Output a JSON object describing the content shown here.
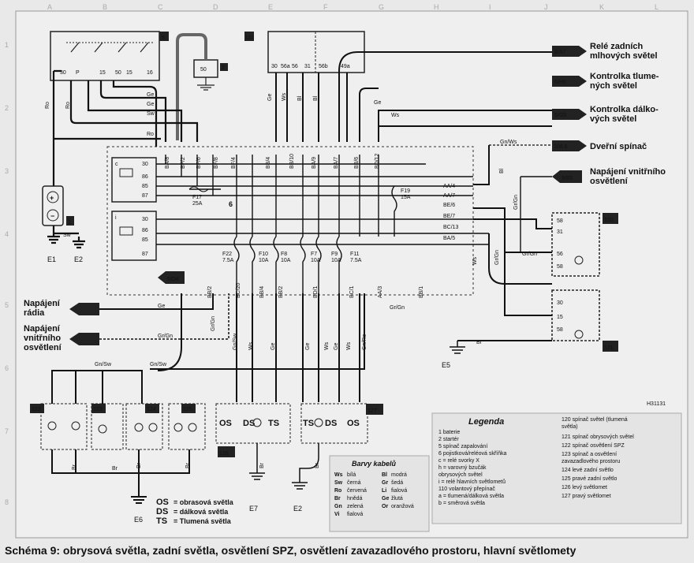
{
  "caption": "Schéma 9: obrysová světla, zadní světla, osvětlení SPZ, osvětlení zavazadlového prostoru, hlavní světlomety",
  "right_labels": [
    {
      "code": "8/A7",
      "line1": "Relé zadních",
      "line2": "mlhových světel"
    },
    {
      "code": "6/H5",
      "line1": "Kontrolka tlume-",
      "line2": "ných světel"
    },
    {
      "code": "6/G5",
      "line1": "Kontrolka dálko-",
      "line2": "vých světel"
    },
    {
      "code": "10/L6",
      "line1": "Dveřní spínač",
      "line2": ""
    },
    {
      "code": "9/B5",
      "line1": "Napájení vnitřního",
      "line2": "osvětlení"
    }
  ],
  "left_labels": [
    {
      "line1": "Napájení",
      "line2": "rádia"
    },
    {
      "line1": "Napájení",
      "line2": "vnitřního",
      "line3": "osvětlení"
    }
  ],
  "connector_8d4": "8/D4",
  "components": {
    "c1": "1",
    "c2": "2",
    "c5": "5",
    "c6": "6",
    "c110": "110",
    "c120": "120",
    "c121": "121",
    "c122": "122",
    "c123": "123",
    "c124": "124",
    "c125": "125",
    "c126": "126",
    "c127": "127"
  },
  "grounds": [
    "E1",
    "E2",
    "E5",
    "E6",
    "E7",
    "E2"
  ],
  "fuses": [
    {
      "id": "F17",
      "val": "25A"
    },
    {
      "id": "F19",
      "val": "15A"
    },
    {
      "id": "F22",
      "val": "7.5A"
    },
    {
      "id": "F10",
      "val": "10A"
    },
    {
      "id": "F8",
      "val": "10A"
    },
    {
      "id": "F7",
      "val": "10A"
    },
    {
      "id": "F9",
      "val": "10A"
    },
    {
      "id": "F11",
      "val": "7.5A"
    }
  ],
  "wire_labels": [
    "Ro",
    "Ro",
    "Ge",
    "Ge",
    "Sw",
    "Ge",
    "Ws",
    "Bl",
    "Bl",
    "Ge",
    "Ws",
    "Ro",
    "Gn/Ws",
    "Gr/Gn",
    "Sw",
    "Ge",
    "Gr/Gn",
    "Gr/Gn",
    "Ws",
    "Ge",
    "Gn/Sw",
    "Ws",
    "Ge",
    "Ge",
    "Ws",
    "Gn/Ro",
    "Gr/Gn",
    "Br",
    "Gn/Sw",
    "Gn/Sw",
    "Br",
    "Br",
    "Br",
    "Br",
    "Br",
    "Br",
    "Bl",
    "Ws",
    "Gr/Gn",
    "Gr/Gn"
  ],
  "module_pins": [
    "BA/8",
    "BF/2",
    "BF/6",
    "BF/8",
    "BF/4",
    "BB/4",
    "BB/10",
    "BA/9",
    "BA/7",
    "BB/6",
    "BD/12",
    "AA/4",
    "AA/7",
    "BE/6",
    "BE/7",
    "BC/13",
    "BA/5",
    "BB/2",
    "BC/20",
    "BB/4",
    "BB/2",
    "BD/1",
    "BC/1",
    "AA/3",
    "BB/1"
  ],
  "relay_c": {
    "label": "c",
    "pins": [
      "30",
      "86",
      "85",
      "87"
    ]
  },
  "relay_i": {
    "label": "i",
    "pins": [
      "30",
      "86",
      "85",
      "87"
    ]
  },
  "lamp_codes": {
    "os": "OS",
    "ds": "DS",
    "ts": "TS"
  },
  "switch110_pins": [
    "30",
    "56a",
    "56",
    "31",
    "56b",
    "49a"
  ],
  "switch120_pins": [
    "58",
    "31",
    "56",
    "58"
  ],
  "switch121_pins": [
    "30",
    "15",
    "58"
  ],
  "switch5_pins": [
    "30",
    "P",
    "15",
    "50",
    "15",
    "16"
  ],
  "legend": {
    "title": "Legenda",
    "left": [
      "1  baterie",
      "2  startér",
      "5  spínač zapalování",
      "6  pojistková/reléová skříňka",
      "    c = relé svorky X",
      "    h = varovný bzučák",
      "          obrysových světel",
      "    i  = relé hlavních světlometů",
      "110 volantový přepínač",
      "    a = tlumená/dálková světla",
      "    b = směrová světla"
    ],
    "right": [
      "120 spínač světel (tlumená",
      "       světla)",
      "121 spínač obrysových světel",
      "122 spínač osvětlení SPZ",
      "123 spínač a osvětlení",
      "       zavazadlového prostoru",
      "124 levé zadní světlo",
      "125 pravé zadní světlo",
      "126 levý světlomet",
      "127 pravý světlomet"
    ]
  },
  "cable_colors": {
    "title": "Barvy kabelů",
    "rows": [
      [
        "Ws",
        "bílá",
        "Bl",
        "modrá"
      ],
      [
        "Sw",
        "černá",
        "Gr",
        "šedá"
      ],
      [
        "Ro",
        "červená",
        "Li",
        "fialová"
      ],
      [
        "Br",
        "hnědá",
        "Ge",
        "žlutá"
      ],
      [
        "Gn",
        "zelená",
        "Or",
        "oranžová"
      ],
      [
        "Vi",
        "fialová",
        "",
        ""
      ]
    ]
  },
  "lamp_legend": [
    {
      "code": "OS",
      "text": "= obrasová světla"
    },
    {
      "code": "DS",
      "text": "= dálková světla"
    },
    {
      "code": "TS",
      "text": "= Tlumená světla"
    }
  ],
  "row_numbers": [
    "1",
    "2",
    "3",
    "4",
    "5",
    "6",
    "7",
    "8"
  ],
  "col_letters": [
    "A",
    "B",
    "C",
    "D",
    "E",
    "F",
    "G",
    "H",
    "I",
    "J",
    "K",
    "L"
  ],
  "stamp": "H31131"
}
